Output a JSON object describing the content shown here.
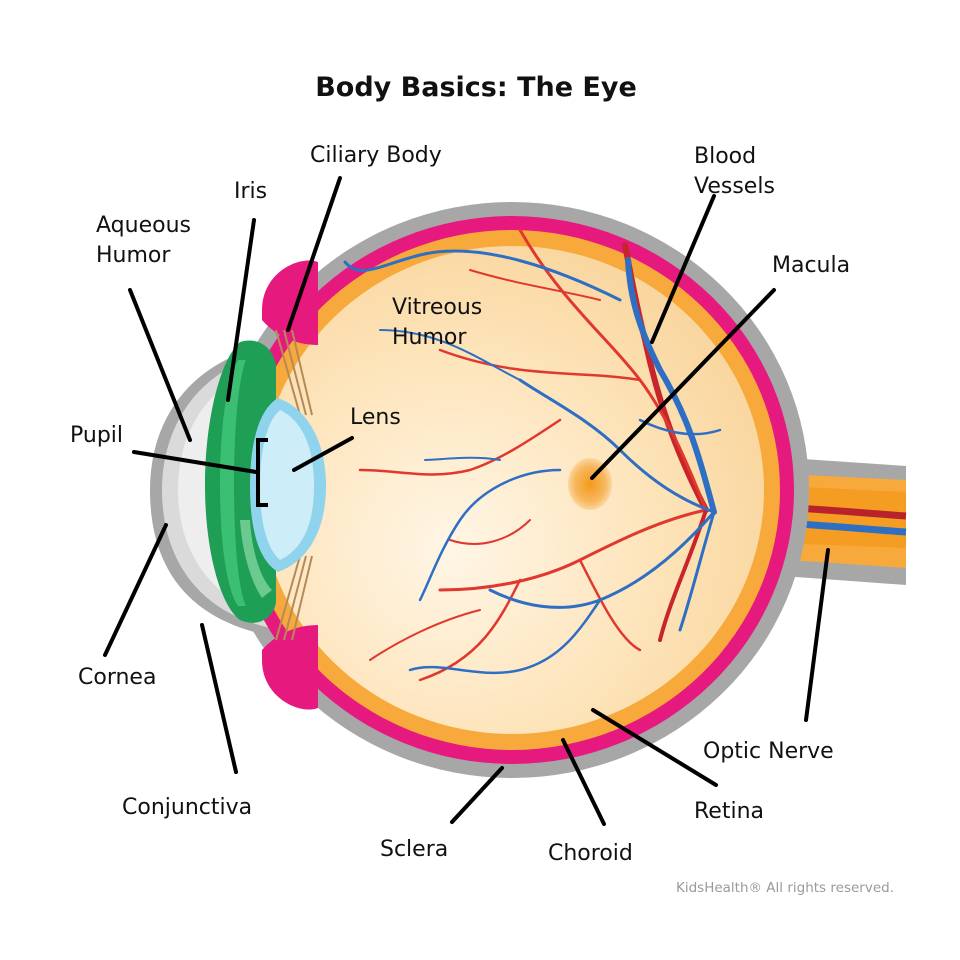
{
  "title": "Body Basics: The Eye",
  "copyright": "KidsHealth® All rights reserved.",
  "labels": {
    "ciliary_body": "Ciliary Body",
    "iris": "Iris",
    "aqueous_humor": [
      "Aqueous",
      "Humor"
    ],
    "pupil": "Pupil",
    "cornea": "Cornea",
    "conjunctiva": "Conjunctiva",
    "sclera": "Sclera",
    "choroid": "Choroid",
    "retina": "Retina",
    "optic_nerve": "Optic Nerve",
    "blood_vessels": [
      "Blood",
      "Vessels"
    ],
    "macula": "Macula",
    "vitreous_humor": [
      "Vitreous",
      "Humor"
    ],
    "lens": "Lens"
  },
  "colors": {
    "sclera": "#a7a7a7",
    "choroid": "#e6197f",
    "retina": "#f7a93b",
    "vitreous": "#fde2b6",
    "iris": "#22a55a",
    "lens": "#8fd3ec",
    "artery": "#e0382e",
    "vein": "#2e6fc4"
  }
}
